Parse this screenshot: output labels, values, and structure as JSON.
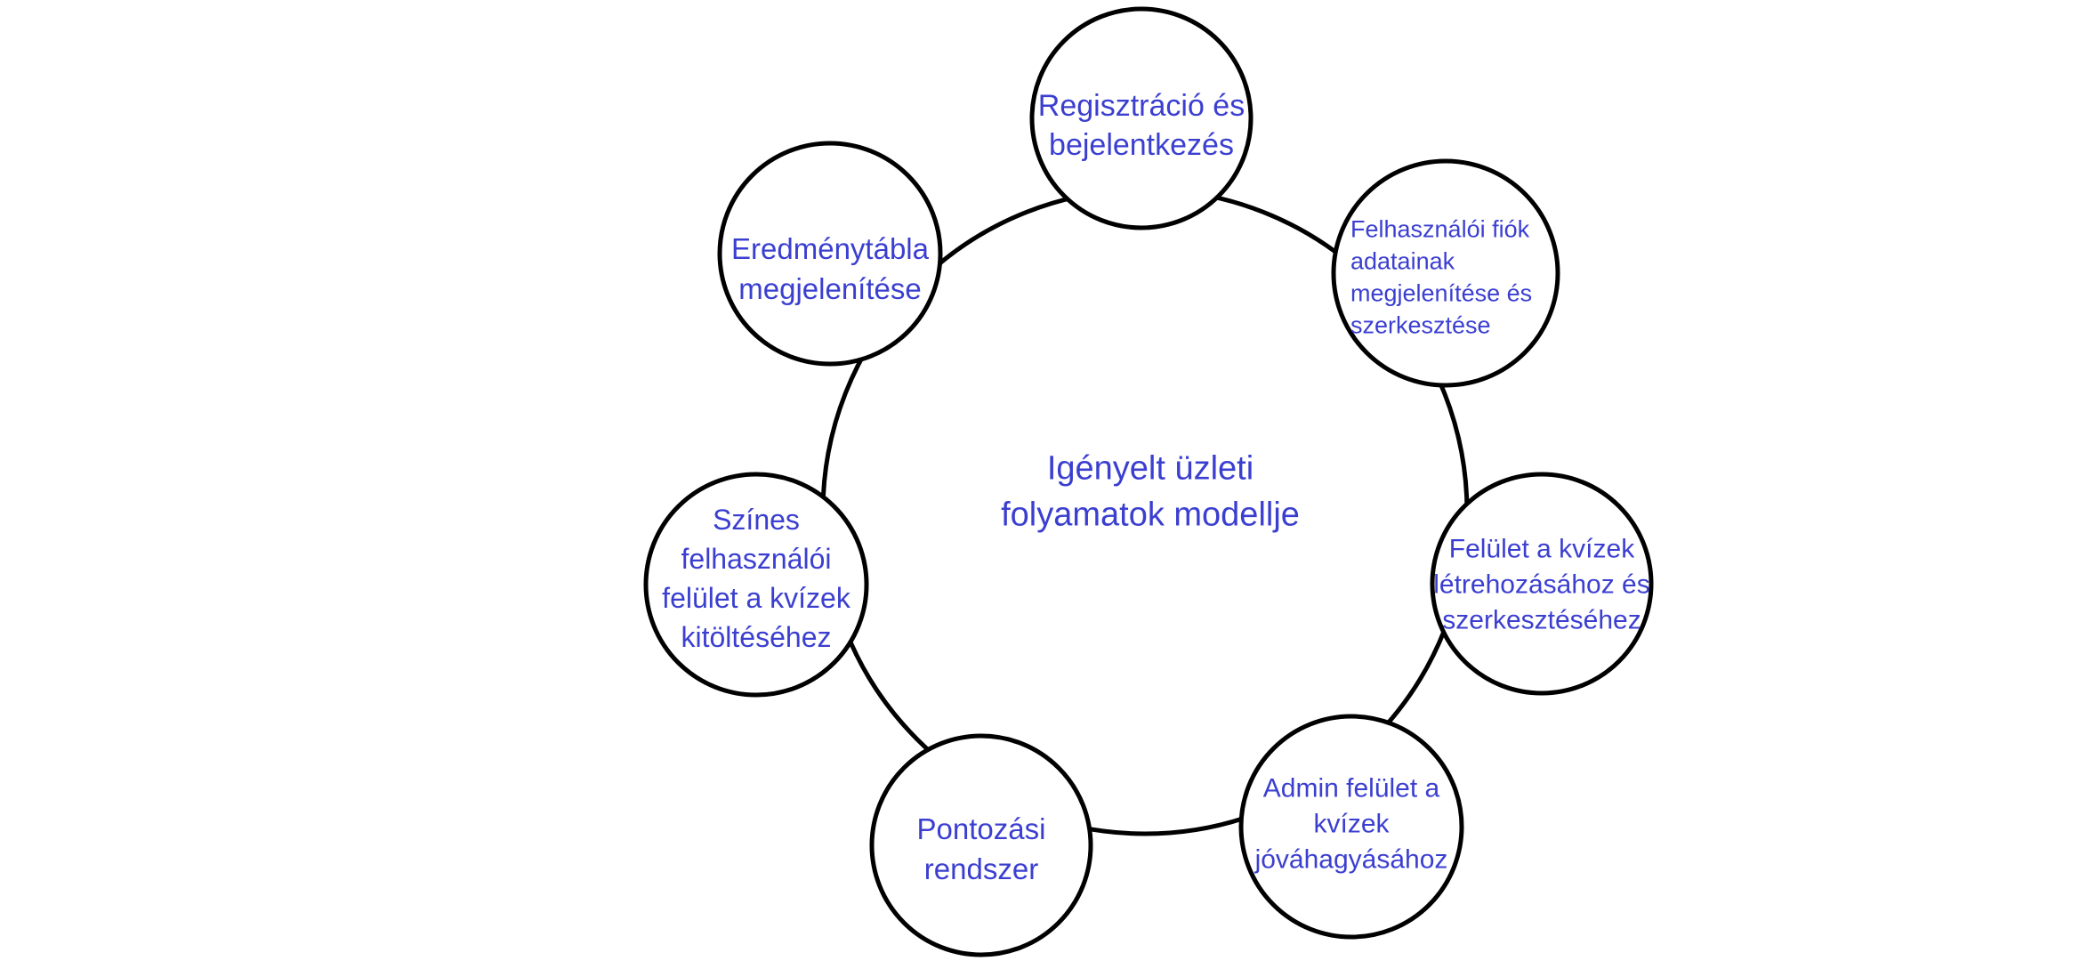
{
  "colors": {
    "text": "#3B3FD0",
    "stroke": "#000000",
    "fill": "#ffffff"
  },
  "center": {
    "lines": [
      "Igényelt üzleti",
      "folyamatok modellje"
    ]
  },
  "nodes": [
    {
      "id": "registration",
      "lines": [
        "Regisztráció és",
        "bejelentkezés"
      ]
    },
    {
      "id": "user-account",
      "lines": [
        "Felhasználói fiók",
        "adatainak",
        "megjelenítése és",
        "szerkesztése"
      ]
    },
    {
      "id": "quiz-editor",
      "lines": [
        "Felület a kvízek",
        "létrehozásához és",
        "szerkesztéséhez"
      ]
    },
    {
      "id": "admin-approval",
      "lines": [
        "Admin felület a",
        "kvízek",
        "jóváhagyásához"
      ]
    },
    {
      "id": "scoring",
      "lines": [
        "Pontozási",
        "rendszer"
      ]
    },
    {
      "id": "colorful-ui",
      "lines": [
        "Színes",
        "felhasználói",
        "felület a kvízek",
        "kitöltéséhez"
      ]
    },
    {
      "id": "leaderboard",
      "lines": [
        "Eredménytábla",
        "megjelenítése"
      ]
    }
  ]
}
